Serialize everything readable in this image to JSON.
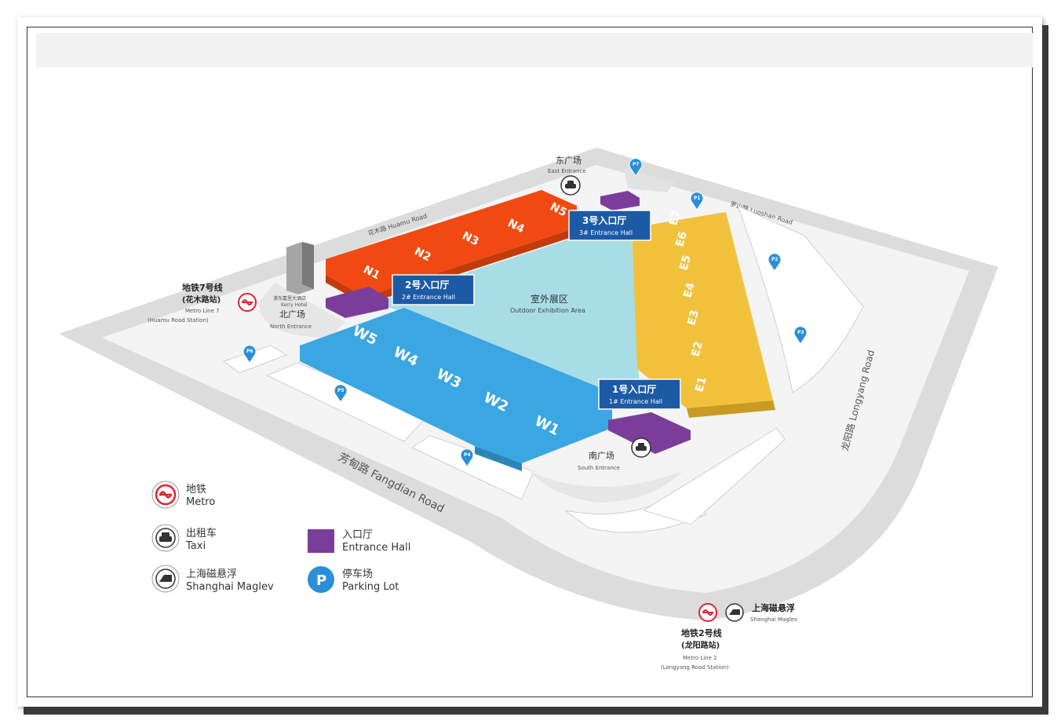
{
  "colors": {
    "road": "#d9d9d9",
    "plaza": "#ececec",
    "outdoor": "#a9dde6",
    "west_hall": "#3aa6e2",
    "north_hall": "#f04a12",
    "east_hall": "#f2c13c",
    "entrance": "#7b3d9a",
    "label_box": "#1c5aa6",
    "parking": "#2a8fd8",
    "metro": "#d8262d"
  },
  "roads": {
    "huamu": "花木路 Huamu Road",
    "luoshan": "罗山路 Luoshan Road",
    "longyang": "龙阳路 Longyang Road",
    "fangdian": "芳甸路 Fangdian Road"
  },
  "halls": {
    "west": [
      "W1",
      "W2",
      "W3",
      "W4",
      "W5"
    ],
    "north": [
      "N1",
      "N2",
      "N3",
      "N4",
      "N5"
    ],
    "east": [
      "E1",
      "E2",
      "E3",
      "E4",
      "E5",
      "E6",
      "E7"
    ]
  },
  "outdoor": {
    "cn": "室外展区",
    "en": "Outdoor Exhibition Area"
  },
  "entrance_halls": {
    "hall1": {
      "cn": "1号入口厅",
      "en": "1# Entrance Hall"
    },
    "hall2": {
      "cn": "2号入口厅",
      "en": "2# Entrance Hall"
    },
    "hall3": {
      "cn": "3号入口厅",
      "en": "3# Entrance Hall"
    }
  },
  "plazas": {
    "east": {
      "cn": "东广场",
      "en": "East Entrance"
    },
    "north": {
      "cn": "北广场",
      "en": "North Entrance"
    },
    "south": {
      "cn": "南广场",
      "en": "South Entrance"
    }
  },
  "hotel": {
    "cn": "浦东嘉里大酒店",
    "en": "Kerry Hotel"
  },
  "parking": [
    "P1",
    "P2",
    "P3",
    "P4",
    "P5",
    "P6",
    "P7"
  ],
  "metro7": {
    "cn": "地铁7号线",
    "station_cn": "(花木路站)",
    "en": "Metro Line 7",
    "station_en": "(Huamu Road Station)"
  },
  "metro2": {
    "cn": "地铁2号线",
    "station_cn": "(龙阳路站)",
    "en": "Metro Line 2",
    "station_en": "(Longyang Road Station)"
  },
  "maglev_station": {
    "cn": "上海磁悬浮",
    "en": "Shanghai Maglev"
  },
  "legend": {
    "metro": {
      "cn": "地铁",
      "en": "Metro"
    },
    "taxi": {
      "cn": "出租车",
      "en": "Taxi"
    },
    "maglev": {
      "cn": "上海磁悬浮",
      "en": "Shanghai Maglev"
    },
    "entrance": {
      "cn": "入口厅",
      "en": "Entrance Hall"
    },
    "parking": {
      "cn": "停车场",
      "en": "Parking Lot",
      "symbol": "P"
    }
  }
}
